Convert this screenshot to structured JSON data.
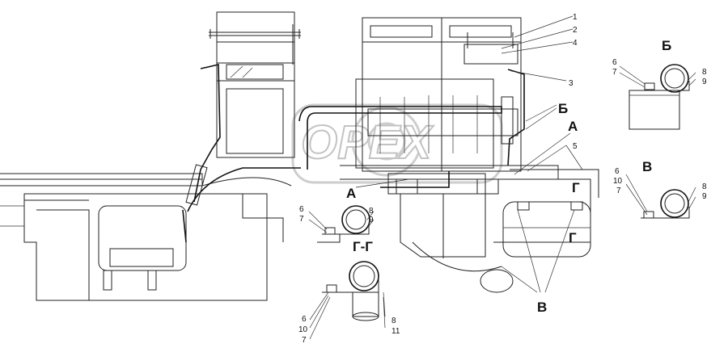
{
  "watermark": "ОРЕХ",
  "callouts": {
    "n1": "1",
    "n2": "2",
    "n3": "3",
    "n4": "4",
    "n5": "5"
  },
  "section_markers": {
    "A": "А",
    "B": "Б",
    "V": "В",
    "G": "Г"
  },
  "view_B": {
    "title": "Б",
    "labels": [
      "6",
      "7",
      "8",
      "9"
    ]
  },
  "view_V": {
    "title": "В",
    "labels": [
      "6",
      "10",
      "7",
      "8",
      "9"
    ]
  },
  "view_A": {
    "title": "А",
    "labels": [
      "6",
      "7",
      "8",
      "9"
    ]
  },
  "view_GG": {
    "title": "Г-Г",
    "labels": [
      "6",
      "10",
      "7",
      "8",
      "11"
    ]
  }
}
